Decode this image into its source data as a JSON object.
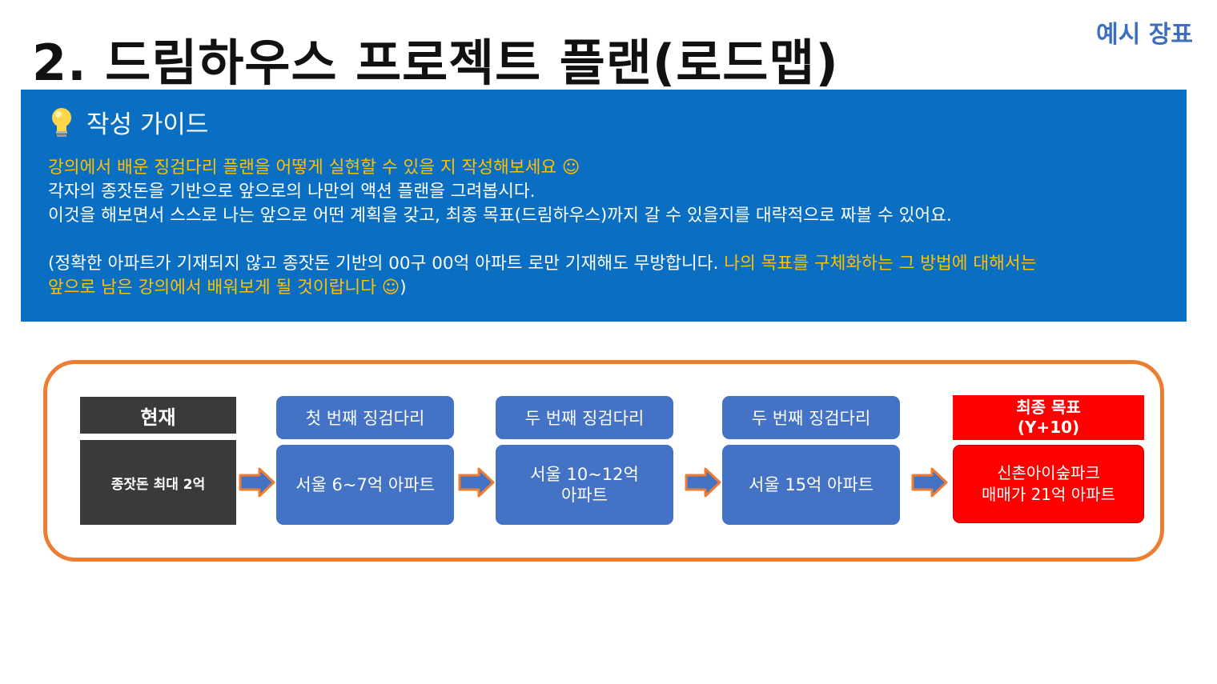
{
  "slide": {
    "title": "2. 드림하우스 프로젝트 플랜(로드맵)",
    "tag": "예시 장표"
  },
  "guide": {
    "heading": "작성 가이드",
    "heading_icon": "lightbulb-icon",
    "line1": "강의에서 배운 징검다리 플랜을 어떻게 실현할 수 있을 지 작성해보세요 ☺",
    "line2": "각자의 종잣돈을 기반으로 앞으로의 나만의 액션 플랜을 그려봅시다.",
    "line3": "이것을 해보면서 스스로 나는 앞으로 어떤 계획을 갖고, 최종 목표(드림하우스)까지 갈 수 있을지를 대략적으로 짜볼 수 있어요.",
    "line4_white": "(정확한 아파트가 기재되지 않고 종잣돈 기반의 00구 00억 아파트 로만 기재해도 무방합니다. ",
    "line4_yellow": "나의 목표를 구체화하는 그 방법에 대해서는",
    "line5_yellow": "앞으로 남은 강의에서 배워보게 될 것이랍니다 ☺",
    "line5_close": ")"
  },
  "roadmap": {
    "current": {
      "header": "현재",
      "body": "종잣돈 최대 2억"
    },
    "step1": {
      "header": "첫 번째 징검다리",
      "body": "서울 6~7억 아파트"
    },
    "step2": {
      "header": "두 번째 징검다리",
      "body": "서울 10~12억\n아파트"
    },
    "step3": {
      "header": "두 번째 징검다리",
      "body": "서울 15억 아파트"
    },
    "goal": {
      "header": "최종 목표\n(Y+10)",
      "body": "신촌아이숲파크\n매매가 21억 아파트"
    }
  },
  "colors": {
    "guide_bg": "#0a6fc2",
    "highlight": "#ffc000",
    "frame": "#ed7d31",
    "step": "#4472c4",
    "current": "#3a3a3a",
    "goal": "#ff0000"
  }
}
